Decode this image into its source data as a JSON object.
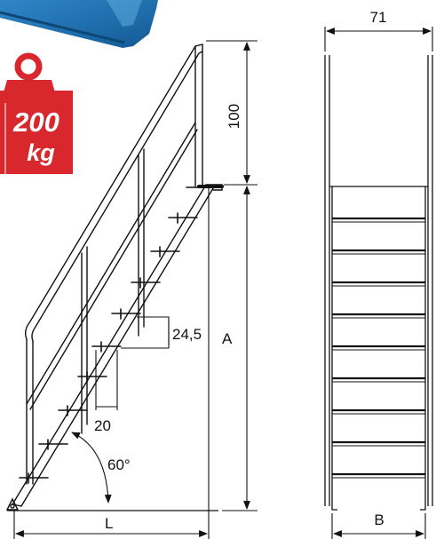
{
  "badge": {
    "value": "200",
    "unit": "kg",
    "color": "#d8282e",
    "icon": "weight-icon"
  },
  "platform_photo": {
    "color": "#1d6fae"
  },
  "dimensions": {
    "top_width": "71",
    "handrail_height": "100",
    "step_rise": "24,5",
    "step_depth": "20",
    "angle": "60°",
    "height_label": "A",
    "length_label": "L",
    "width_label": "B"
  }
}
